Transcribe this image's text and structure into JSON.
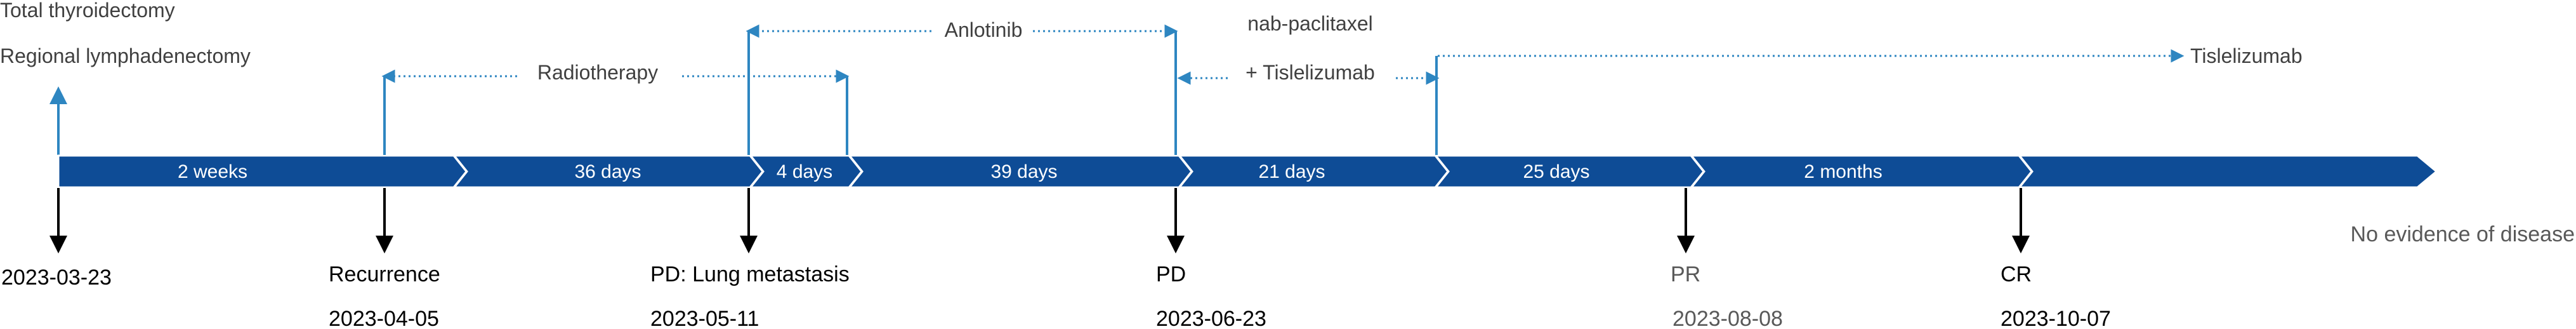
{
  "timeline": {
    "colors": {
      "bar": "#0e4c96",
      "bar_divider": "#ffffff",
      "treatment": "#2e86c1",
      "event_arrow": "#000000",
      "text_dark": "#000000",
      "text_gray": "#595959",
      "text_top": "#404040"
    },
    "top_labels": {
      "line1": "Total thyroidectomy",
      "line2": "Regional lymphadenectomy"
    },
    "segments": [
      {
        "id": "seg-1",
        "label": "2 weeks"
      },
      {
        "id": "seg-2",
        "label": "36 days"
      },
      {
        "id": "seg-3",
        "label": "4 days"
      },
      {
        "id": "seg-4",
        "label": "39 days"
      },
      {
        "id": "seg-5",
        "label": "21 days"
      },
      {
        "id": "seg-6",
        "label": "25 days"
      },
      {
        "id": "seg-7",
        "label": "2 months"
      },
      {
        "id": "seg-8",
        "label": ""
      }
    ],
    "treatments": {
      "radiotherapy": "Radiotherapy",
      "anlotinib": "Anlotinib",
      "nab_line1": "nab-paclitaxel",
      "nab_line2": "+ Tislelizumab",
      "tislelizumab": "Tislelizumab"
    },
    "events": [
      {
        "id": "ev-1",
        "status": "",
        "date": "2023-03-23",
        "muted": false
      },
      {
        "id": "ev-2",
        "status": "Recurrence",
        "date": "2023-04-05",
        "muted": false
      },
      {
        "id": "ev-3",
        "status": "PD: Lung metastasis",
        "date": "2023-05-11",
        "muted": false
      },
      {
        "id": "ev-4",
        "status": "PD",
        "date": "2023-06-23",
        "muted": false
      },
      {
        "id": "ev-5",
        "status": "PR",
        "date": "2023-08-08",
        "muted": true
      },
      {
        "id": "ev-6",
        "status": "CR",
        "date": "2023-10-07",
        "muted": false
      }
    ],
    "end_note": "No evidence of disease"
  }
}
